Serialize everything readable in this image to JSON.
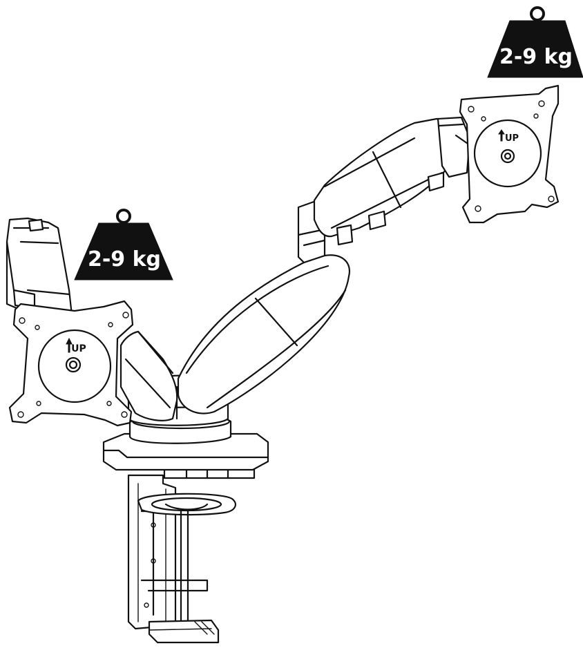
{
  "labels": {
    "weight_left": "2-9 kg",
    "weight_right": "2-9 kg",
    "up_left": "UP",
    "up_right": "UP"
  },
  "colors": {
    "line": "#111111",
    "weight_fill": "#111111",
    "background": "#ffffff"
  },
  "icons": {
    "weight": "kettlebell-weight-icon",
    "up_arrow": "arrow-up-icon"
  }
}
